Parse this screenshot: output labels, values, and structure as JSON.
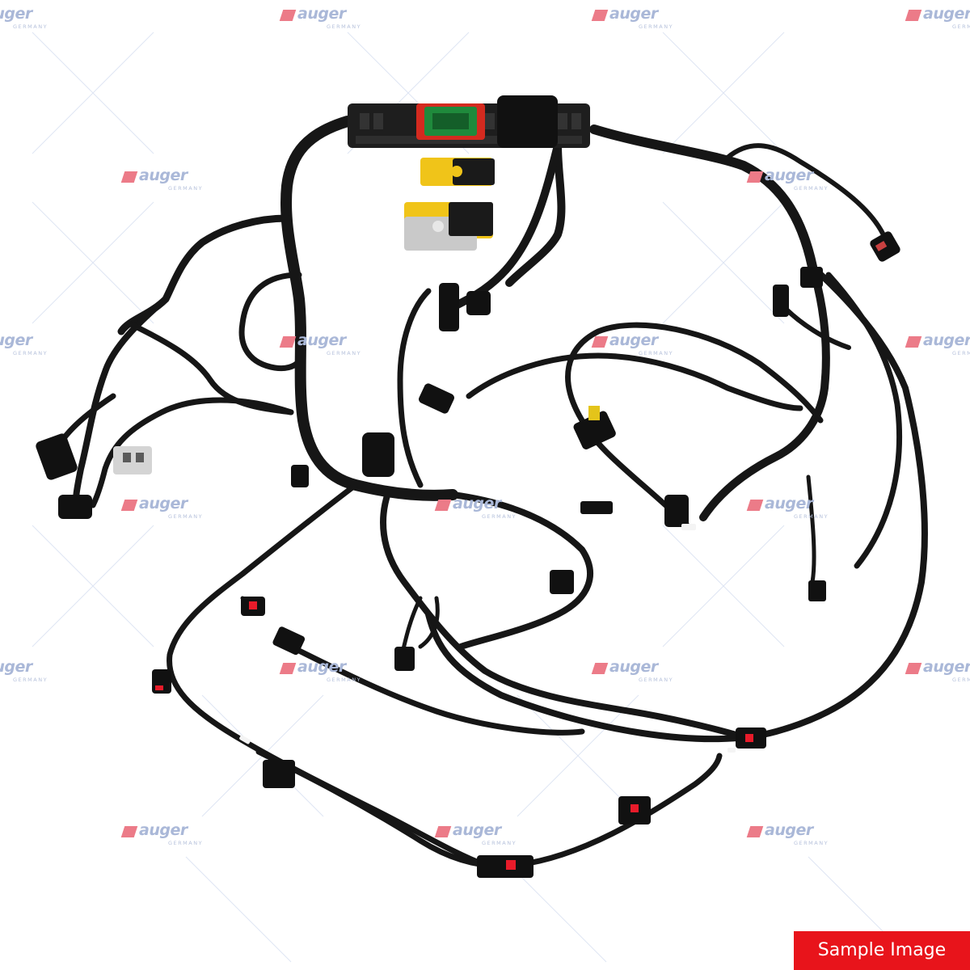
{
  "watermark": {
    "brand": "auger",
    "tagline": "GERMANY",
    "flag_color": "#ec7b88",
    "text_color": "#aab8d8"
  },
  "badge": {
    "label": "Sample Image",
    "color": "#e8141b"
  },
  "product": {
    "subject": "engine-wiring-harness",
    "cable_color": "#161616",
    "connector_accent_colors": [
      "#1f8a3c",
      "#d42a1f",
      "#f0c419",
      "#d9d9d9",
      "#e81b2a"
    ]
  }
}
